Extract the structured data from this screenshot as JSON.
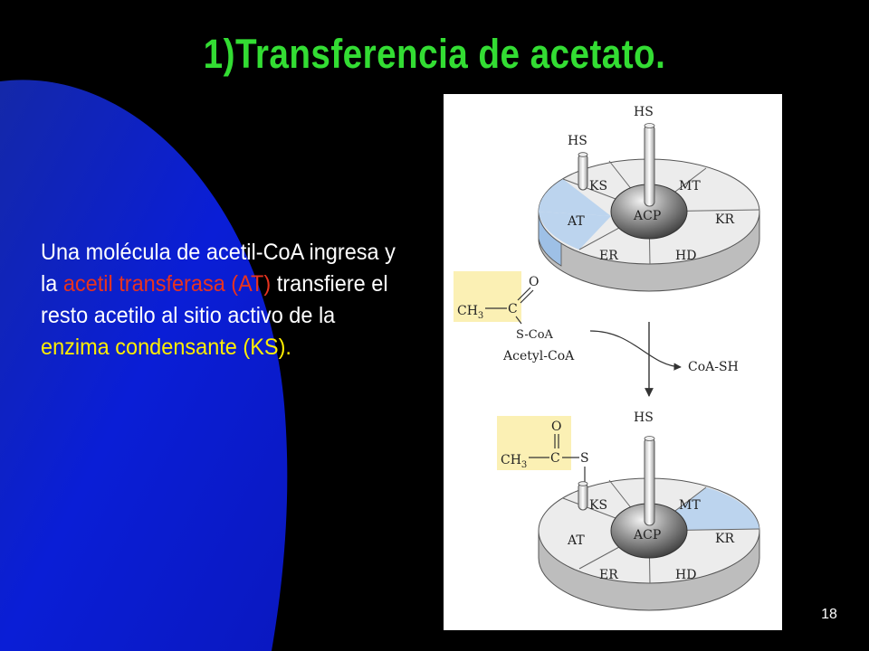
{
  "slide": {
    "title": "1)Transferencia de acetato.",
    "page_number": "18",
    "body": {
      "part1": "Una molécula de acetil-CoA ingresa y la ",
      "part2_red": "acetil transferasa (AT)",
      "part3": " transfiere el resto acetilo al sitio activo de la ",
      "part4_yellow": "enzima condensante (KS)."
    }
  },
  "diagram": {
    "segments": [
      "KS",
      "MT",
      "KR",
      "HD",
      "ER",
      "AT"
    ],
    "center": "ACP",
    "thiol": "HS",
    "acetyl_ch3": "CH",
    "sub3": "3",
    "carbonyl_o": "O",
    "thioester_s_coa": "S-CoA",
    "thioester_s": "S",
    "acetyl_coa_label": "Acetyl-CoA",
    "coa_sh_label": "CoA-SH",
    "colors": {
      "highlight": "#bcd4ee",
      "acetyl_box": "#fbf0b4",
      "segment": "#ececec",
      "rim": "#bdbdbd"
    }
  }
}
